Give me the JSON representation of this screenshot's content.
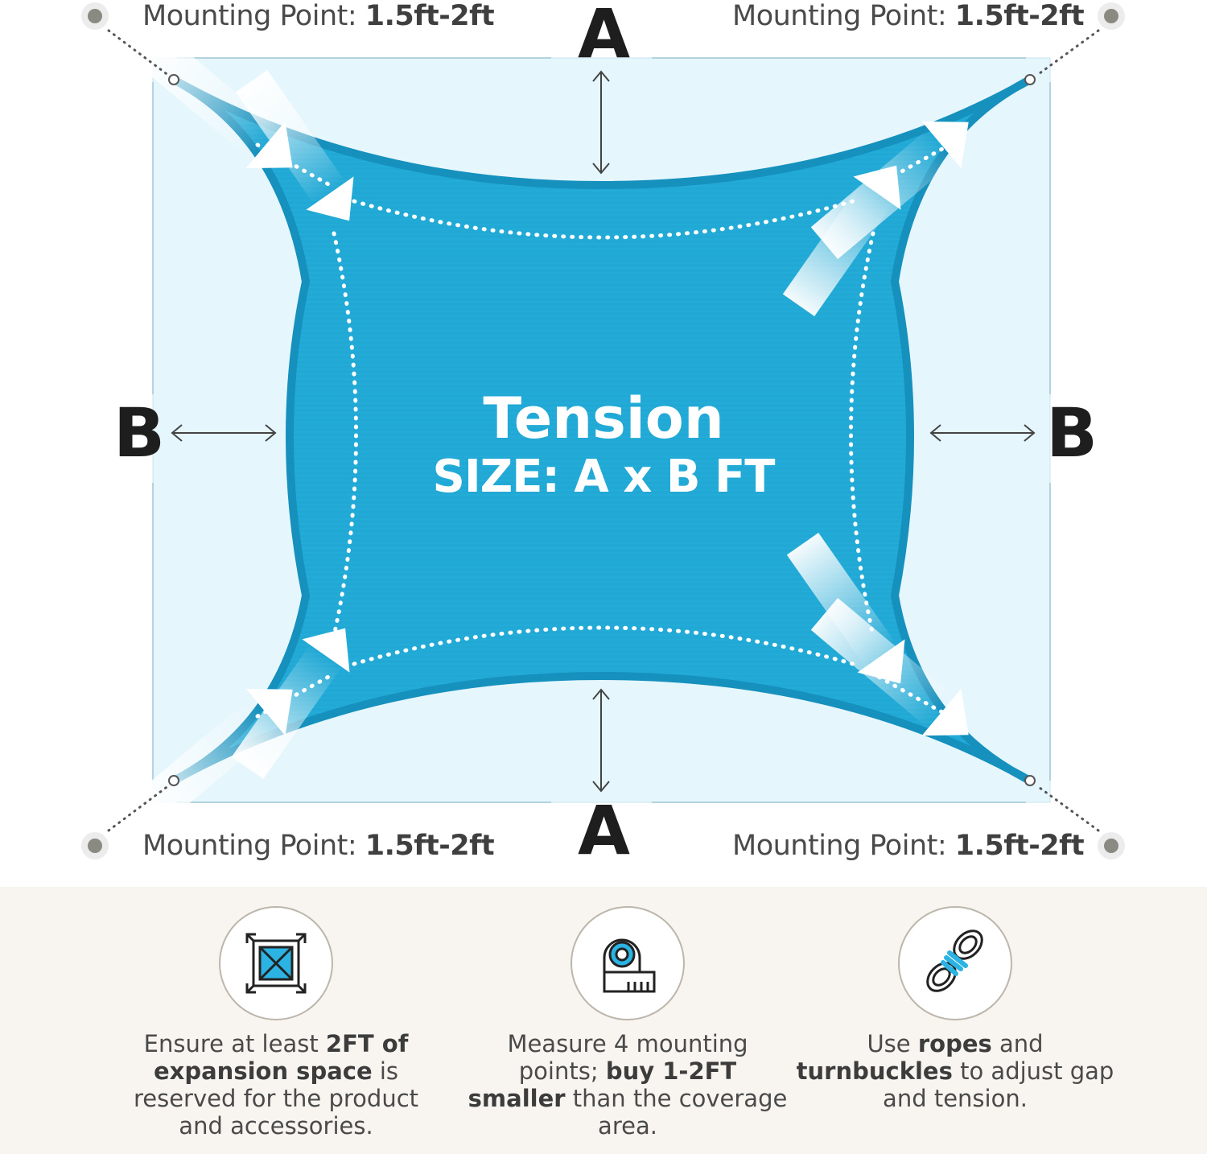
{
  "mounting_points": [
    {
      "prefix": "Mounting Point: ",
      "value": "1.5ft-2ft"
    },
    {
      "prefix": "Mounting Point: ",
      "value": "1.5ft-2ft"
    },
    {
      "prefix": "Mounting Point: ",
      "value": "1.5ft-2ft"
    },
    {
      "prefix": "Mounting Point: ",
      "value": "1.5ft-2ft"
    }
  ],
  "dimensions": {
    "top": "A",
    "bottom": "A",
    "left": "B",
    "right": "B"
  },
  "center": {
    "title": "Tension",
    "size": "SIZE: A x B FT"
  },
  "tips": [
    {
      "icon": "expansion-space-icon",
      "parts": [
        {
          "t": "Ensure at least ",
          "b": false
        },
        {
          "t": "2FT of expansion space",
          "b": true
        },
        {
          "t": " is reserved for the product and accessories.",
          "b": false
        }
      ]
    },
    {
      "icon": "tape-measure-icon",
      "parts": [
        {
          "t": "Measure 4 mounting points; ",
          "b": false
        },
        {
          "t": "buy 1-2FT smaller",
          "b": true
        },
        {
          "t": " than the coverage area.",
          "b": false
        }
      ]
    },
    {
      "icon": "rope-icon",
      "parts": [
        {
          "t": "Use ",
          "b": false
        },
        {
          "t": "ropes",
          "b": true
        },
        {
          "t": " and ",
          "b": false
        },
        {
          "t": "turnbuckles",
          "b": true
        },
        {
          "t": " to adjust gap and tension.",
          "b": false
        }
      ]
    }
  ],
  "colors": {
    "sail": "#22a8d4",
    "sail_edge": "#1690bd",
    "coverage": "#e5f6fc",
    "band": "#f8f4ef",
    "icon_accent": "#2bb3e3"
  }
}
